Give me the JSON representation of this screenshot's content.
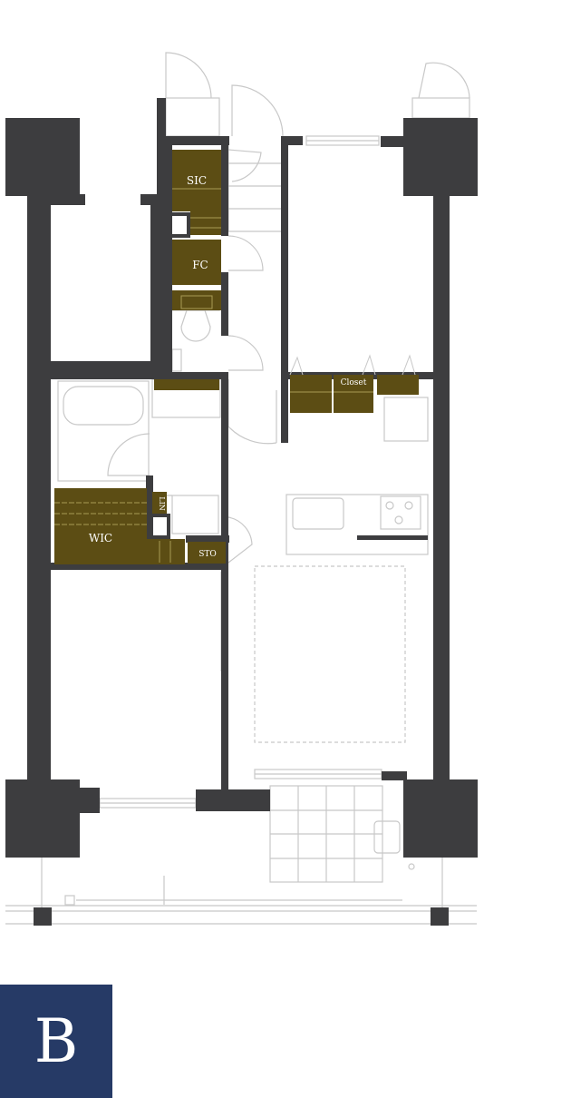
{
  "plan": {
    "colors": {
      "wall": "#3d3d3f",
      "storage": "#5c4d14",
      "line": "#c8c8c8",
      "badge": "#263a66"
    },
    "rooms": {
      "sic": "SIC",
      "fc": "FC",
      "closet": "Closet",
      "wic": "WIC",
      "lin": "LIN",
      "sto": "STO"
    }
  },
  "unit_type": {
    "letter": "B"
  }
}
